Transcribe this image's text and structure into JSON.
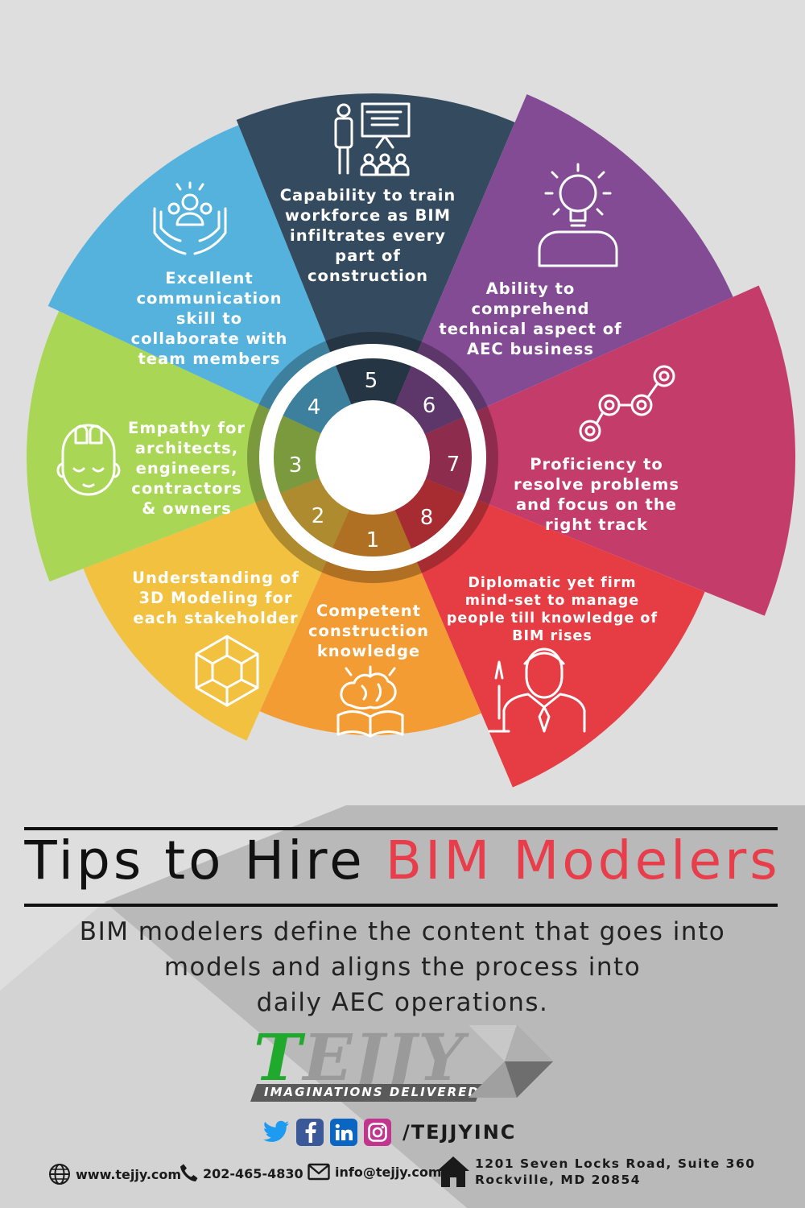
{
  "title": {
    "part1": "Tips to Hire ",
    "part2": "BIM Modelers"
  },
  "description": {
    "line1": "BIM modelers define the content that goes into",
    "line2": "models and aligns the process into",
    "line3": "daily AEC operations."
  },
  "segments": [
    {
      "number": "1",
      "color": "#f39c33",
      "icon": "brain-book-icon",
      "lines": [
        "Competent",
        "construction",
        "knowledge"
      ]
    },
    {
      "number": "2",
      "color": "#f2c140",
      "icon": "3d-cube-icon",
      "lines": [
        "Understanding of",
        "3D Modeling for",
        "each stakeholder"
      ]
    },
    {
      "number": "3",
      "color": "#a9d655",
      "icon": "head-ideas-icon",
      "lines": [
        "Empathy for",
        "architects,",
        "engineers,",
        "contractors",
        "& owners"
      ]
    },
    {
      "number": "4",
      "color": "#55b2dc",
      "icon": "hands-team-icon",
      "lines": [
        "Excellent",
        "communication",
        "skill to",
        "collaborate with",
        "team members"
      ]
    },
    {
      "number": "5",
      "color": "#344a5f",
      "icon": "presenter-icon",
      "lines": [
        "Capability to train",
        "workforce as BIM",
        "infiltrates every",
        "part of",
        "construction"
      ]
    },
    {
      "number": "6",
      "color": "#824b94",
      "icon": "lightbulb-person-icon",
      "lines": [
        "Ability to",
        "comprehend",
        "technical aspect of",
        "AEC business"
      ]
    },
    {
      "number": "7",
      "color": "#c43d6a",
      "icon": "path-nodes-icon",
      "lines": [
        "Proficiency to",
        "resolve problems",
        "and focus on the",
        "right track"
      ]
    },
    {
      "number": "8",
      "color": "#e63d44",
      "icon": "businessman-icon",
      "lines": [
        "Diplomatic yet firm",
        "mind-set to manage",
        "people till knowledge of",
        "BIM rises"
      ]
    }
  ],
  "logo": {
    "wordmark_first": "T",
    "wordmark_rest": "EJJY",
    "tagline": "IMAGINATIONS DELIVERED"
  },
  "social": {
    "icons": [
      "twitter-icon",
      "facebook-icon",
      "linkedin-icon",
      "instagram-icon"
    ],
    "handle": "/TEJJYINC"
  },
  "contact": {
    "website": "www.tejjy.com",
    "phone": "202-465-4830",
    "email": "info@tejjy.com",
    "address_line1": "1201 Seven Locks Road, Suite 360",
    "address_line2": "Rockville, MD 20854"
  },
  "colors": {
    "accent_red": "#e83d4a",
    "background": "#dedede",
    "logo_green": "#1faa2e"
  }
}
